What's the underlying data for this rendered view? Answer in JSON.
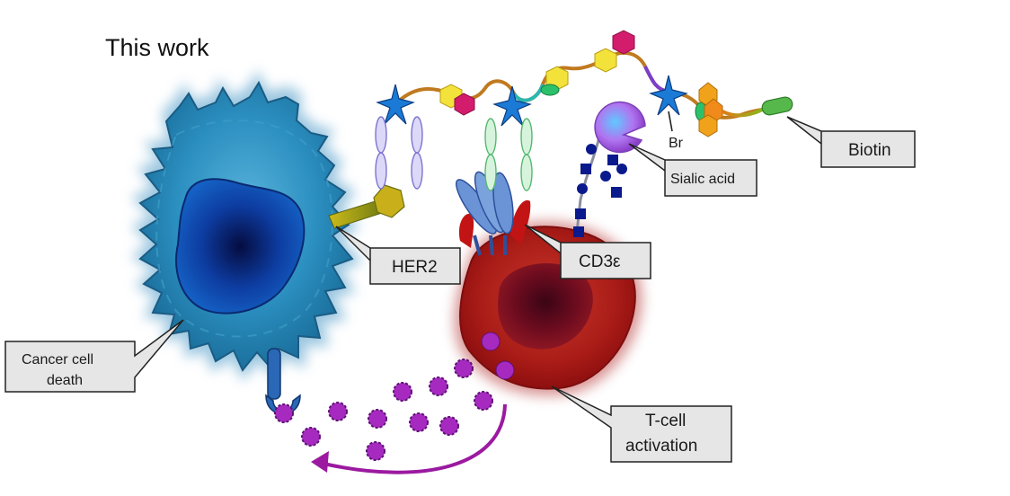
{
  "heading": "This work",
  "labels": {
    "biotin": "Biotin",
    "sialic_acid": "Sialic acid",
    "her2": "HER2",
    "cd3e": "CD3ε",
    "br": "Br",
    "cancer_line1": "Cancer cell",
    "cancer_line2": "death",
    "tcell_line1": "T-cell",
    "tcell_line2": "activation"
  },
  "colors": {
    "cancer_cell": "#1f7fb0",
    "cancer_nucleus": "#0a2f8f",
    "t_cell": "#b0201c",
    "t_cell_nucleus": "#7a0d1e",
    "cytokine": "#9b1fb8",
    "arrow": "#9b1aa0",
    "callout_fill": "#e6e6e6"
  }
}
